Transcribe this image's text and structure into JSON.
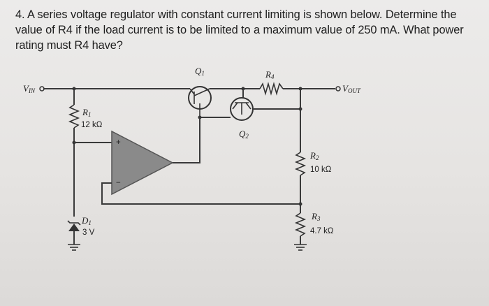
{
  "question": {
    "text": "4. A series voltage regulator with constant current limiting is shown below. Determine the value of R4 if the load current is to be limited to a maximum value of 250 mA. What power rating must R4 have?"
  },
  "circuit": {
    "terminals": {
      "vin": "V",
      "vin_sub": "IN",
      "vout": "V",
      "vout_sub": "OUT"
    },
    "transistors": [
      {
        "name": "Q",
        "sub": "1"
      },
      {
        "name": "Q",
        "sub": "2"
      }
    ],
    "resistors": [
      {
        "name": "R",
        "sub": "1",
        "value": "12 kΩ"
      },
      {
        "name": "R",
        "sub": "2",
        "value": "10 kΩ"
      },
      {
        "name": "R",
        "sub": "3",
        "value": "4.7 kΩ"
      },
      {
        "name": "R",
        "sub": "4",
        "value": ""
      }
    ],
    "diode": {
      "name": "D",
      "sub": "1",
      "value": "3 V"
    },
    "opamp": {
      "plus": "+",
      "minus": "−"
    },
    "colors": {
      "wire": "#3a3a3a",
      "opamp_fill": "#8a8a8a"
    }
  }
}
